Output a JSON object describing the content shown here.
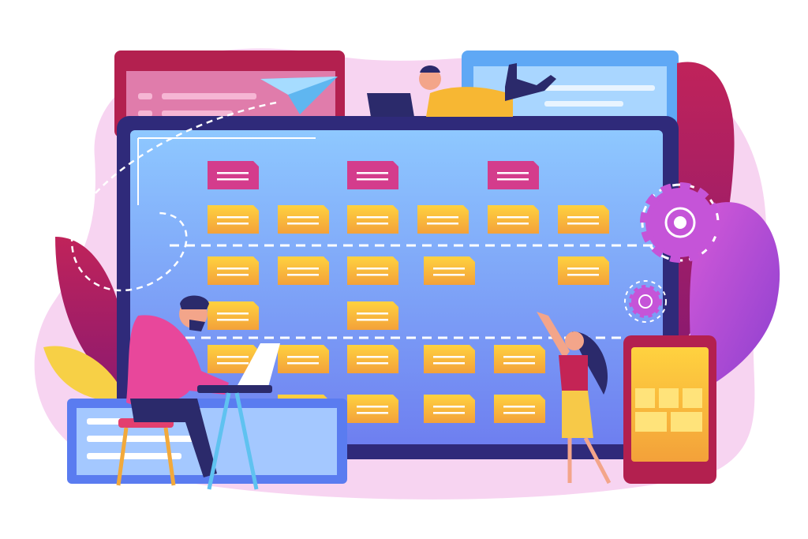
{
  "illustration": {
    "subject": "task-board",
    "colors": {
      "blob": "#f6c9ee",
      "screen_frame": "#3a2f8f",
      "screen_light": "#9fd0ff",
      "screen_dark": "#6f8cf0",
      "note_yellow": "#f7b733",
      "note_pink": "#d43c8c",
      "accent_purple": "#b44fd8",
      "accent_red": "#b3204f",
      "panel_blue": "#5a7cf0"
    },
    "board": {
      "header_row_columns": [
        1,
        3,
        5
      ],
      "rows": [
        [
          1,
          1,
          1,
          1,
          1,
          1
        ],
        [
          1,
          1,
          1,
          1,
          0,
          1
        ],
        [
          1,
          0,
          1,
          0,
          0,
          0
        ],
        [
          1,
          1,
          1,
          1,
          1,
          0
        ],
        [
          0,
          1,
          1,
          1,
          1,
          0
        ]
      ]
    }
  }
}
